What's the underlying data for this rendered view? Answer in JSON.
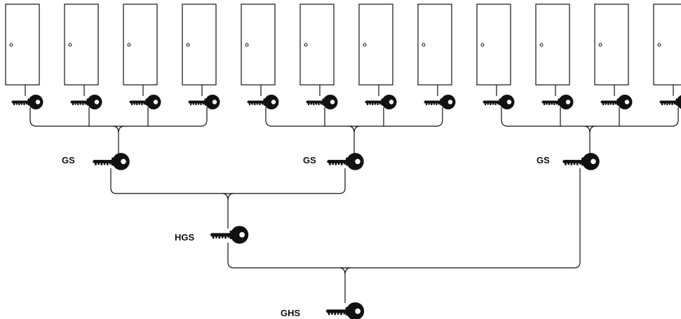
{
  "diagram": {
    "door_count": 12,
    "groups": [
      {
        "label": "GS",
        "doors": [
          1,
          2,
          3,
          4
        ]
      },
      {
        "label": "GS",
        "doors": [
          5,
          6,
          7,
          8
        ]
      },
      {
        "label": "GS",
        "doors": [
          9,
          10,
          11,
          12
        ]
      }
    ],
    "main_group": {
      "label": "HGS",
      "groups": [
        1,
        2
      ]
    },
    "grand_master": {
      "label": "GHS"
    },
    "icons": {
      "door": "door-icon",
      "key": "key-icon"
    },
    "colors": {
      "ink": "#111111",
      "background": "#ffffff"
    }
  }
}
